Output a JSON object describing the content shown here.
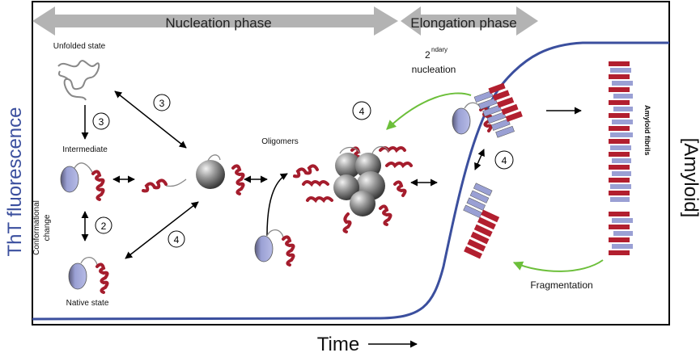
{
  "phases": {
    "nucleation": "Nucleation phase",
    "elongation": "Elongation phase"
  },
  "axes": {
    "y_left": "ThT fluorescence",
    "y_right": "[Amyloid]",
    "x": "Time"
  },
  "labels": {
    "unfolded": "Unfolded state",
    "intermediate": "Intermediate",
    "conformational_line1": "Conformational",
    "conformational_line2": "change",
    "native": "Native state",
    "oligomers": "Oligomers",
    "secondary_base": "2",
    "secondary_sup": "ndary",
    "nucleation": "nucleation",
    "fibrils": "Amyloid fibrils",
    "fragmentation": "Fragmentation"
  },
  "step_numbers": {
    "unfolded_to_intermediate": "3",
    "unfolded_to_oligomer": "3",
    "intermediate_to_native": "2",
    "native_to_oligomer": "4",
    "secondary_nucleation": "4",
    "elongation": "4"
  },
  "colors": {
    "curve": "#3b4f9e",
    "axis_text": "#3b4f9e",
    "helix": "#a51d2d",
    "domain": "#9aa0d4",
    "sphere": "#8a8a8a",
    "phase_arrow": "#b3b3b3",
    "green_arrow": "#6cbf3a"
  }
}
